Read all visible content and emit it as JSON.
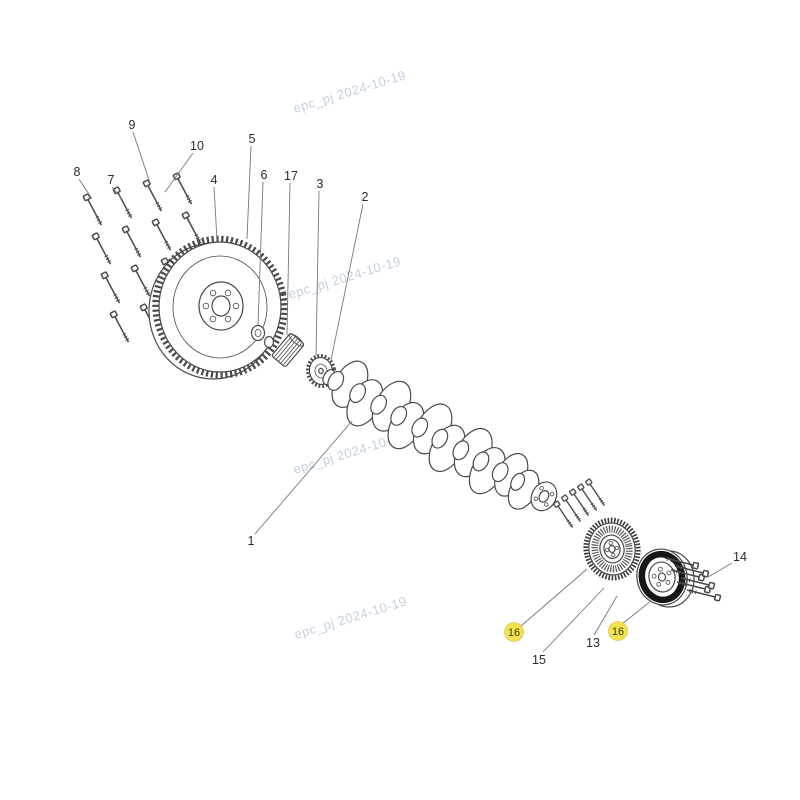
{
  "page": {
    "background": "#ffffff"
  },
  "watermark": {
    "text": "epc_pj  2024-10-19",
    "color": "#b7c4d8"
  },
  "highlight": {
    "color": "#f2e24e"
  },
  "callouts": {
    "p1": {
      "label": "1",
      "highlighted": false
    },
    "p2": {
      "label": "2",
      "highlighted": false
    },
    "p3": {
      "label": "3",
      "highlighted": false
    },
    "p4": {
      "label": "4",
      "highlighted": false
    },
    "p5": {
      "label": "5",
      "highlighted": false
    },
    "p6": {
      "label": "6",
      "highlighted": false
    },
    "p7": {
      "label": "7",
      "highlighted": false
    },
    "p8": {
      "label": "8",
      "highlighted": false
    },
    "p9": {
      "label": "9",
      "highlighted": false
    },
    "p10": {
      "label": "10",
      "highlighted": false
    },
    "p13": {
      "label": "13",
      "highlighted": false
    },
    "p14": {
      "label": "14",
      "highlighted": false
    },
    "p15": {
      "label": "15",
      "highlighted": false
    },
    "p16a": {
      "label": "16",
      "highlighted": true
    },
    "p16b": {
      "label": "16",
      "highlighted": true
    },
    "p17": {
      "label": "17",
      "highlighted": false
    }
  }
}
